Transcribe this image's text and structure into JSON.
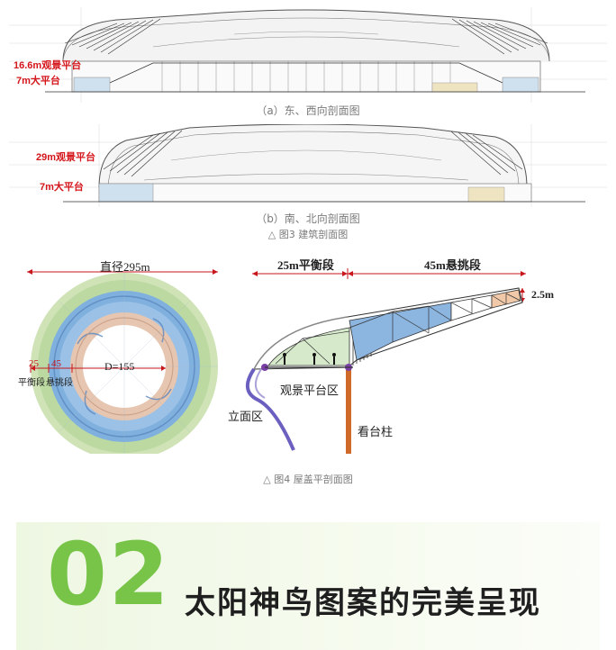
{
  "section_a": {
    "label_top": "16.6m观景平台",
    "label_bottom": "7m大平台",
    "caption": "（a）东、西向剖面图"
  },
  "section_b": {
    "label_top": "29m观景平台",
    "label_bottom": "7m大平台",
    "caption": "（b）南、北向剖面图"
  },
  "figure3_caption": "△ 图3  建筑剖面图",
  "plan": {
    "diameter": "直径295m",
    "balance": "25",
    "cantilever": "45",
    "inner_d": "D=155",
    "balance_label": "平衡段",
    "cantilever_label": "悬挑段"
  },
  "roof_section": {
    "balance_length": "25m平衡段",
    "cantilever_length": "45m悬挑段",
    "height": "2.5m",
    "viewing_area": "观景平台区",
    "facade_area": "立面区",
    "column": "看台柱"
  },
  "figure4_caption": "△ 图4  屋盖平剖面图",
  "banner": {
    "number": "02",
    "title": "太阳神鸟图案的完美呈现"
  },
  "colors": {
    "accent_green": "#77c449",
    "label_red": "#d4151b",
    "dimension_red": "#c8161d"
  }
}
